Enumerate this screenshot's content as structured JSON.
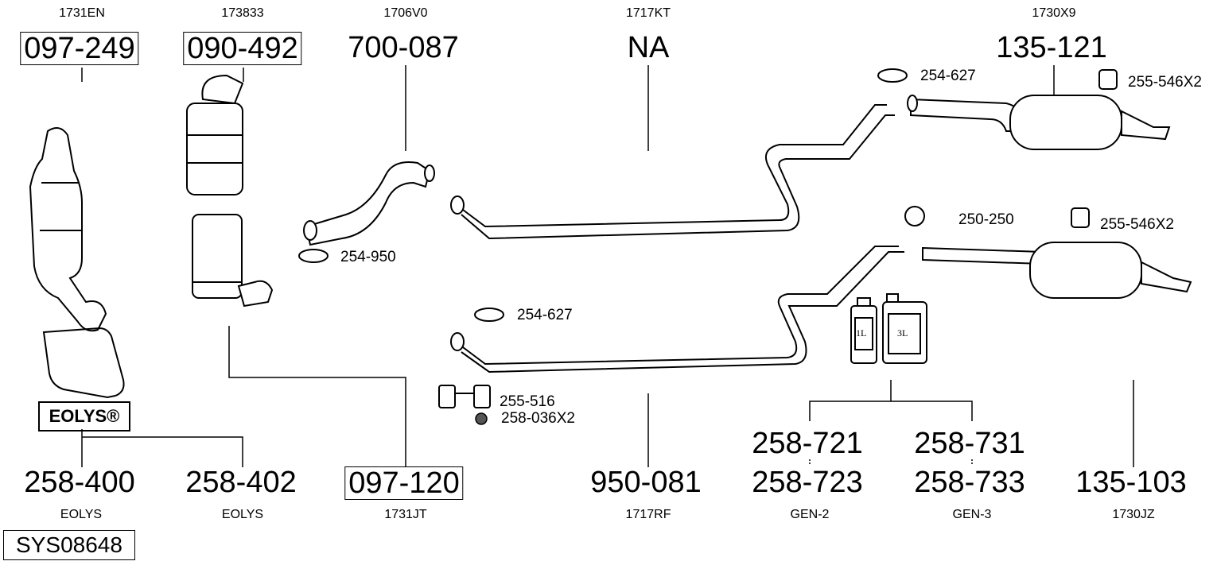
{
  "top_refs": [
    "1731EN",
    "173833",
    "1706V0",
    "1717KT",
    "1730X9"
  ],
  "top_parts": [
    "097-249",
    "090-492",
    "700-087",
    "NA",
    "135-121"
  ],
  "accessory_labels": {
    "clamp_rear_upper": "254-627",
    "hanger_rear_upper": "255-546X2",
    "clamp_rear_lower": "250-250",
    "hanger_rear_lower": "255-546X2",
    "clamp_front_pipe": "254-950",
    "clamp_mid_lower": "254-627",
    "mount": "255-516",
    "nut": "258-036X2"
  },
  "eolys_logo": "EOLYS®",
  "bottle_labels": [
    "1L",
    "3L"
  ],
  "bottom_parts": {
    "p1": "258-400",
    "p2": "258-402",
    "p3": "097-120",
    "p4": "950-081",
    "p5a": "258-721",
    "p5b": "258-723",
    "p6a": "258-731",
    "p6b": "258-733",
    "p7": "135-103"
  },
  "bottom_refs": [
    "EOLYS",
    "EOLYS",
    "1731JT",
    "1717RF",
    "GEN-2",
    "GEN-3",
    "1730JZ"
  ],
  "system_id": "SYS08648"
}
